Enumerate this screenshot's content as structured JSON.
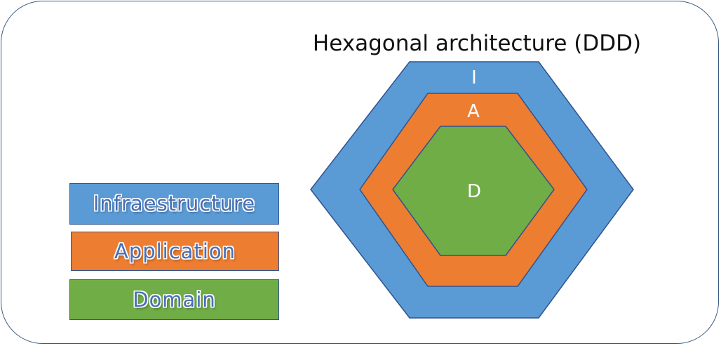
{
  "title": "Hexagonal architecture (DDD)",
  "hexagon_labels": {
    "outer": "I",
    "middle": "A",
    "inner": "D"
  },
  "legend": [
    {
      "label": "Infraestructure",
      "color": "#5b9bd5"
    },
    {
      "label": "Application",
      "color": "#ed7d31"
    },
    {
      "label": "Domain",
      "color": "#70ad47"
    }
  ],
  "colors": {
    "infrastructure": "#5b9bd5",
    "application": "#ed7d31",
    "domain": "#70ad47",
    "outline": "#2f528f"
  }
}
